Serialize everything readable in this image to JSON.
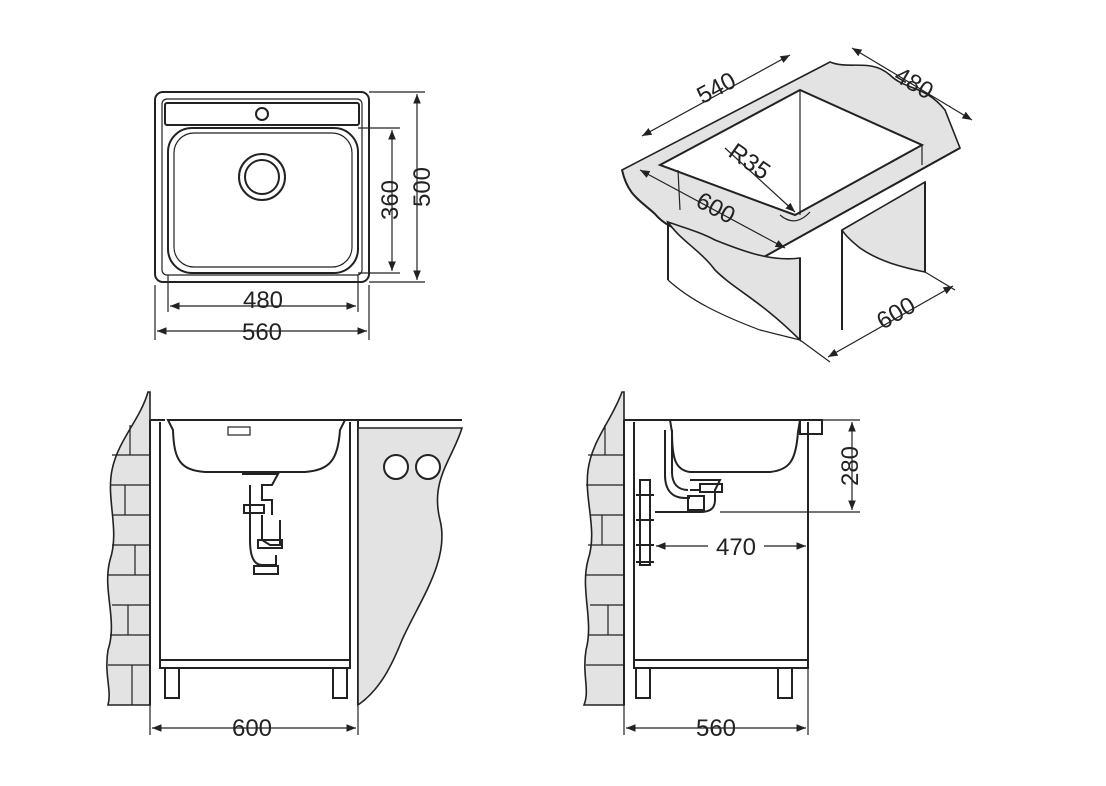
{
  "top_view": {
    "dim_bowl_width": "480",
    "dim_overall_width": "560",
    "dim_bowl_depth": "360",
    "dim_overall_depth": "500"
  },
  "iso_view": {
    "dim_inner_length": "540",
    "dim_inner_width": "480",
    "dim_radius": "R35",
    "dim_front": "600",
    "dim_side": "600"
  },
  "front_view": {
    "dim_cabinet_width": "600"
  },
  "side_view": {
    "dim_bowl_height": "280",
    "dim_drain_offset": "470",
    "dim_cabinet_depth": "560"
  },
  "colors": {
    "line": "#222222",
    "fill_grey": "#e3e3e3",
    "background": "#ffffff"
  }
}
